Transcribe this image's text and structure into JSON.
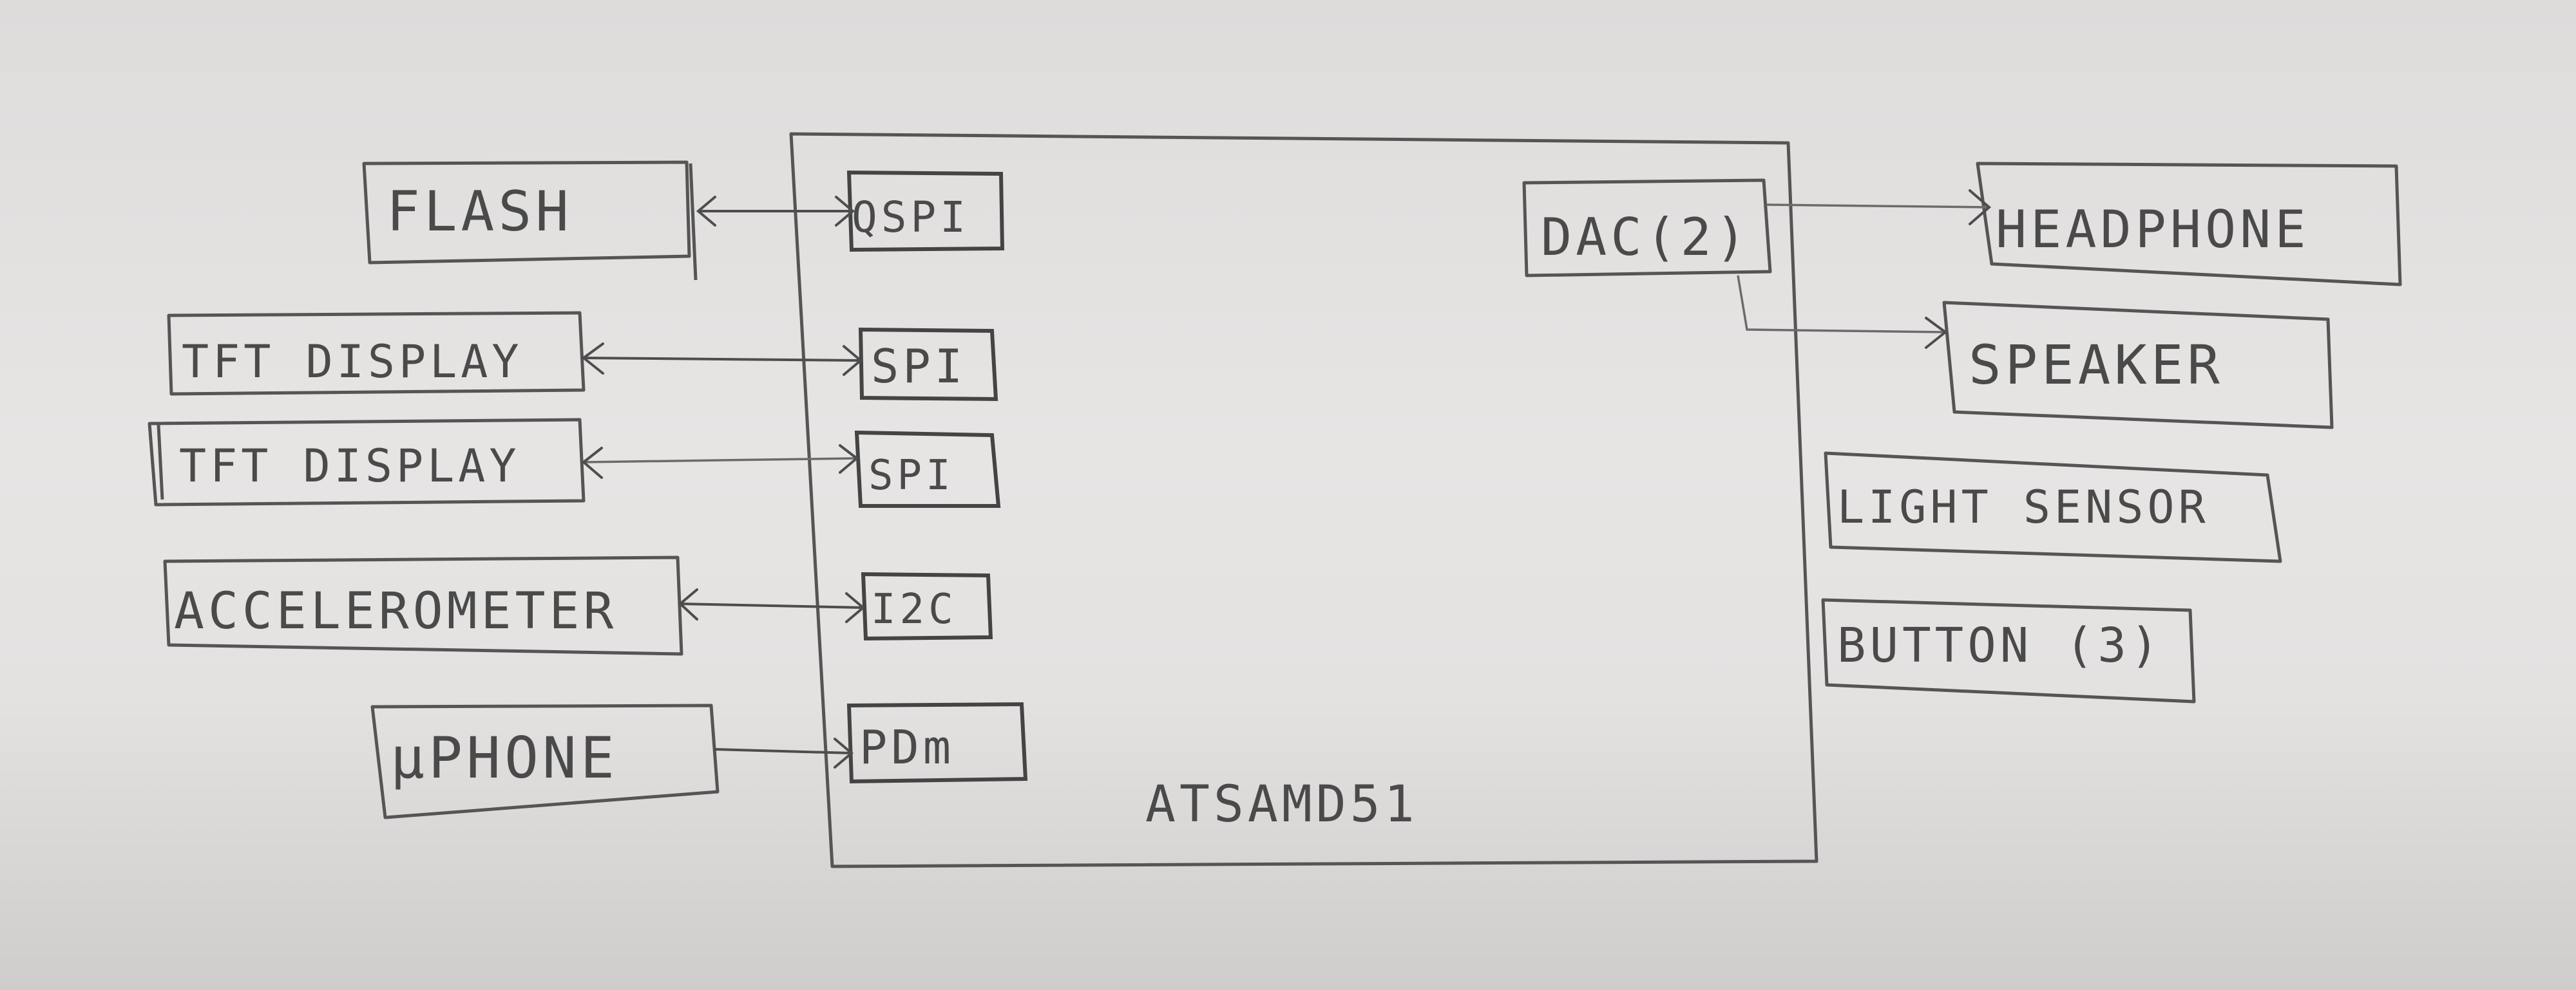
{
  "mcu": {
    "label": "ATSAMD51"
  },
  "ports": {
    "qspi": "QSPI",
    "spi_1": "SPI",
    "spi_2": "SPI",
    "i2c": "I2C",
    "pdm": "PDm",
    "dac": "DAC(2)"
  },
  "peripherals": {
    "flash": "FLASH",
    "tft_display_1": "TFT DISPLAY",
    "tft_display_2": "TFT DISPLAY",
    "accelerometer": "ACCELEROMETER",
    "microphone": "µPHONE",
    "headphone": "HEADPHONE",
    "speaker": "SPEAKER",
    "light_sensor": "LIGHT SENSOR",
    "button": "BUTTON (3)"
  },
  "colors": {
    "ink": "#4a4a4a",
    "paper": "#e4e2e1"
  }
}
